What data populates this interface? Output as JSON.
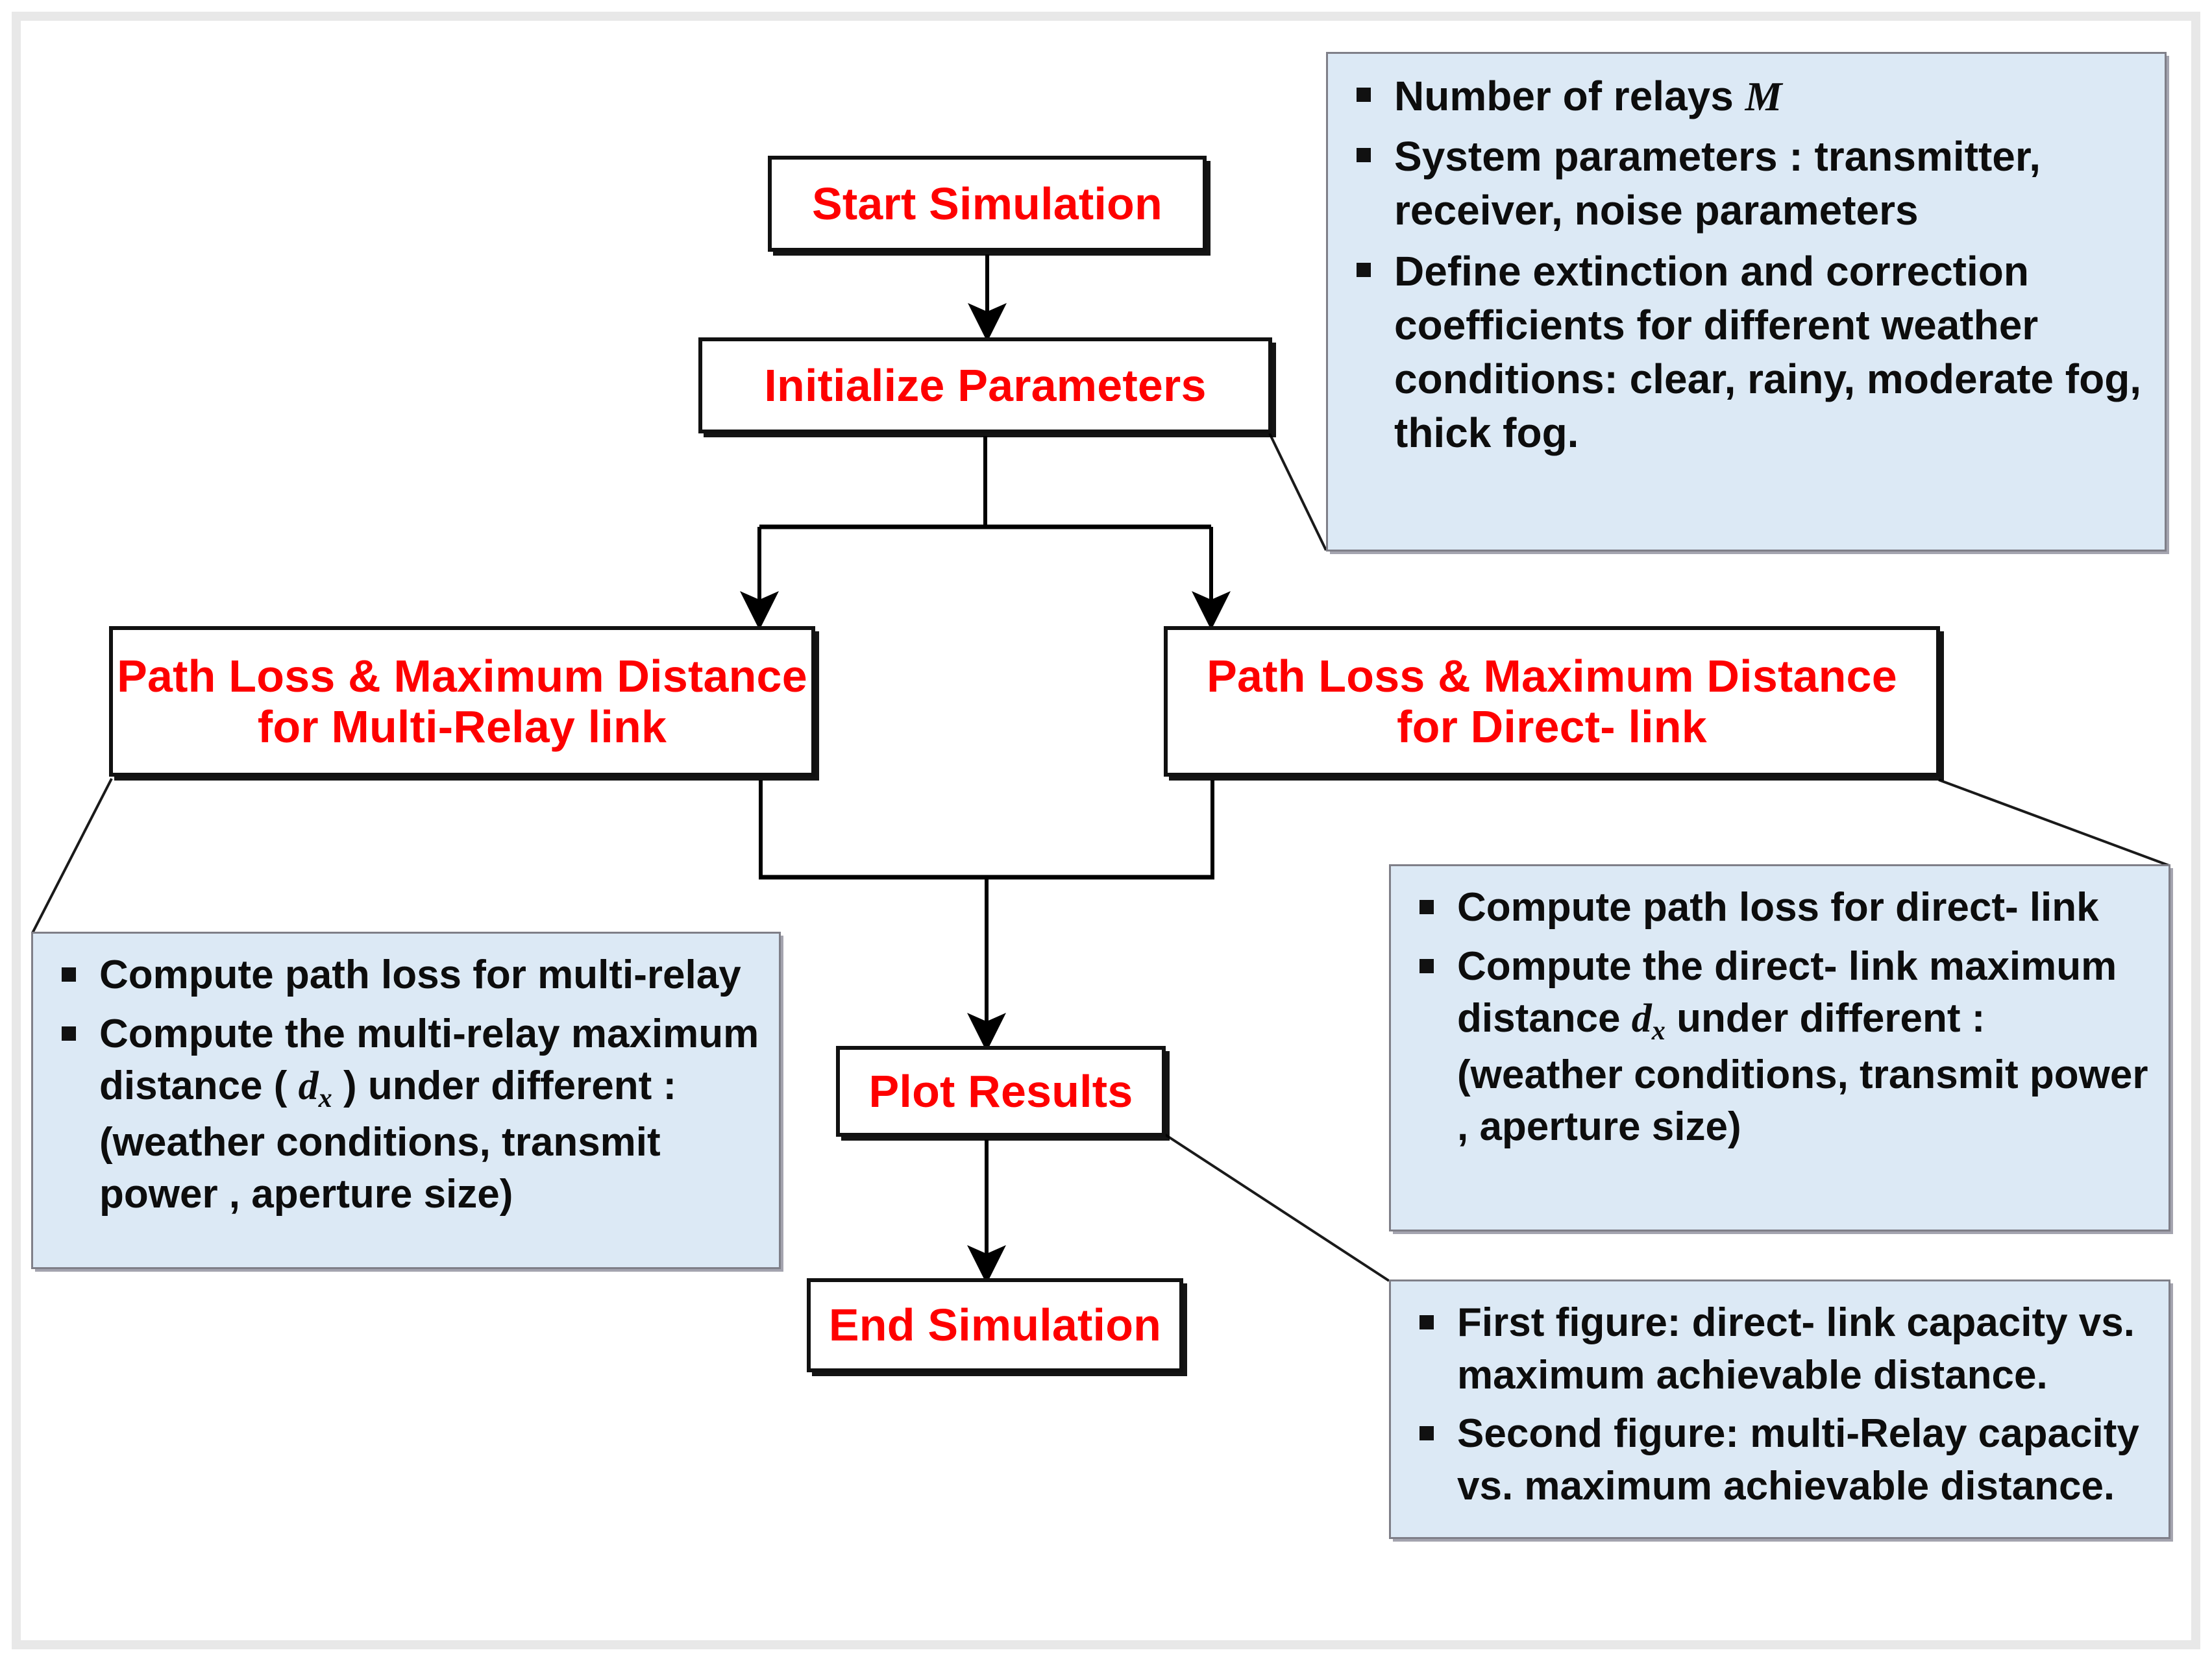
{
  "diagram": {
    "title": "Simulation flowchart for FSO multi-relay and direct link path loss and maximum distance",
    "colors": {
      "box_text": "#fe0000",
      "box_border": "#111111",
      "note_fill": "#dce9f5",
      "note_border": "#7f7f88",
      "page_frame": "#e8e8e8",
      "connector": "#000000"
    }
  },
  "nodes": {
    "start": {
      "label": "Start Simulation"
    },
    "initialize": {
      "label": "Initialize Parameters"
    },
    "multi_relay": {
      "line1": "Path Loss & Maximum Distance",
      "line2": "for Multi-Relay link"
    },
    "direct_link": {
      "line1": "Path Loss & Maximum Distance",
      "line2": "for Direct- link"
    },
    "plot": {
      "label": "Plot Results"
    },
    "end": {
      "label": "End Simulation"
    }
  },
  "notes": {
    "parameters": {
      "items": [
        {
          "pre": "Number of relays ",
          "var": "M",
          "post": ""
        },
        {
          "pre": "System parameters : transmitter, receiver, noise parameters",
          "var": "",
          "post": ""
        },
        {
          "pre": "Define extinction and correction coefficients for different weather conditions: clear, rainy, moderate fog, thick fog.",
          "var": "",
          "post": ""
        }
      ]
    },
    "multi_relay": {
      "items": [
        {
          "pre": "Compute path loss for multi-relay",
          "var": "",
          "post": ""
        },
        {
          "pre": "Compute  the  multi-relay maximum distance ( ",
          "var": "d",
          "sub": "x",
          "post": " ) under different : (weather conditions, transmit power , aperture size)"
        }
      ]
    },
    "direct_link": {
      "items": [
        {
          "pre": "Compute path loss for direct- link",
          "var": "",
          "post": ""
        },
        {
          "pre": "Compute the direct- link maximum distance ",
          "var": "d",
          "sub": "x",
          "post": " under different : (weather conditions, transmit power , aperture size)"
        }
      ]
    },
    "figures": {
      "items": [
        {
          "pre": "First figure: direct- link capacity vs. maximum achievable distance.",
          "var": "",
          "post": ""
        },
        {
          "pre": "Second figure: multi-Relay capacity vs. maximum achievable distance.",
          "var": "",
          "post": ""
        }
      ]
    }
  }
}
